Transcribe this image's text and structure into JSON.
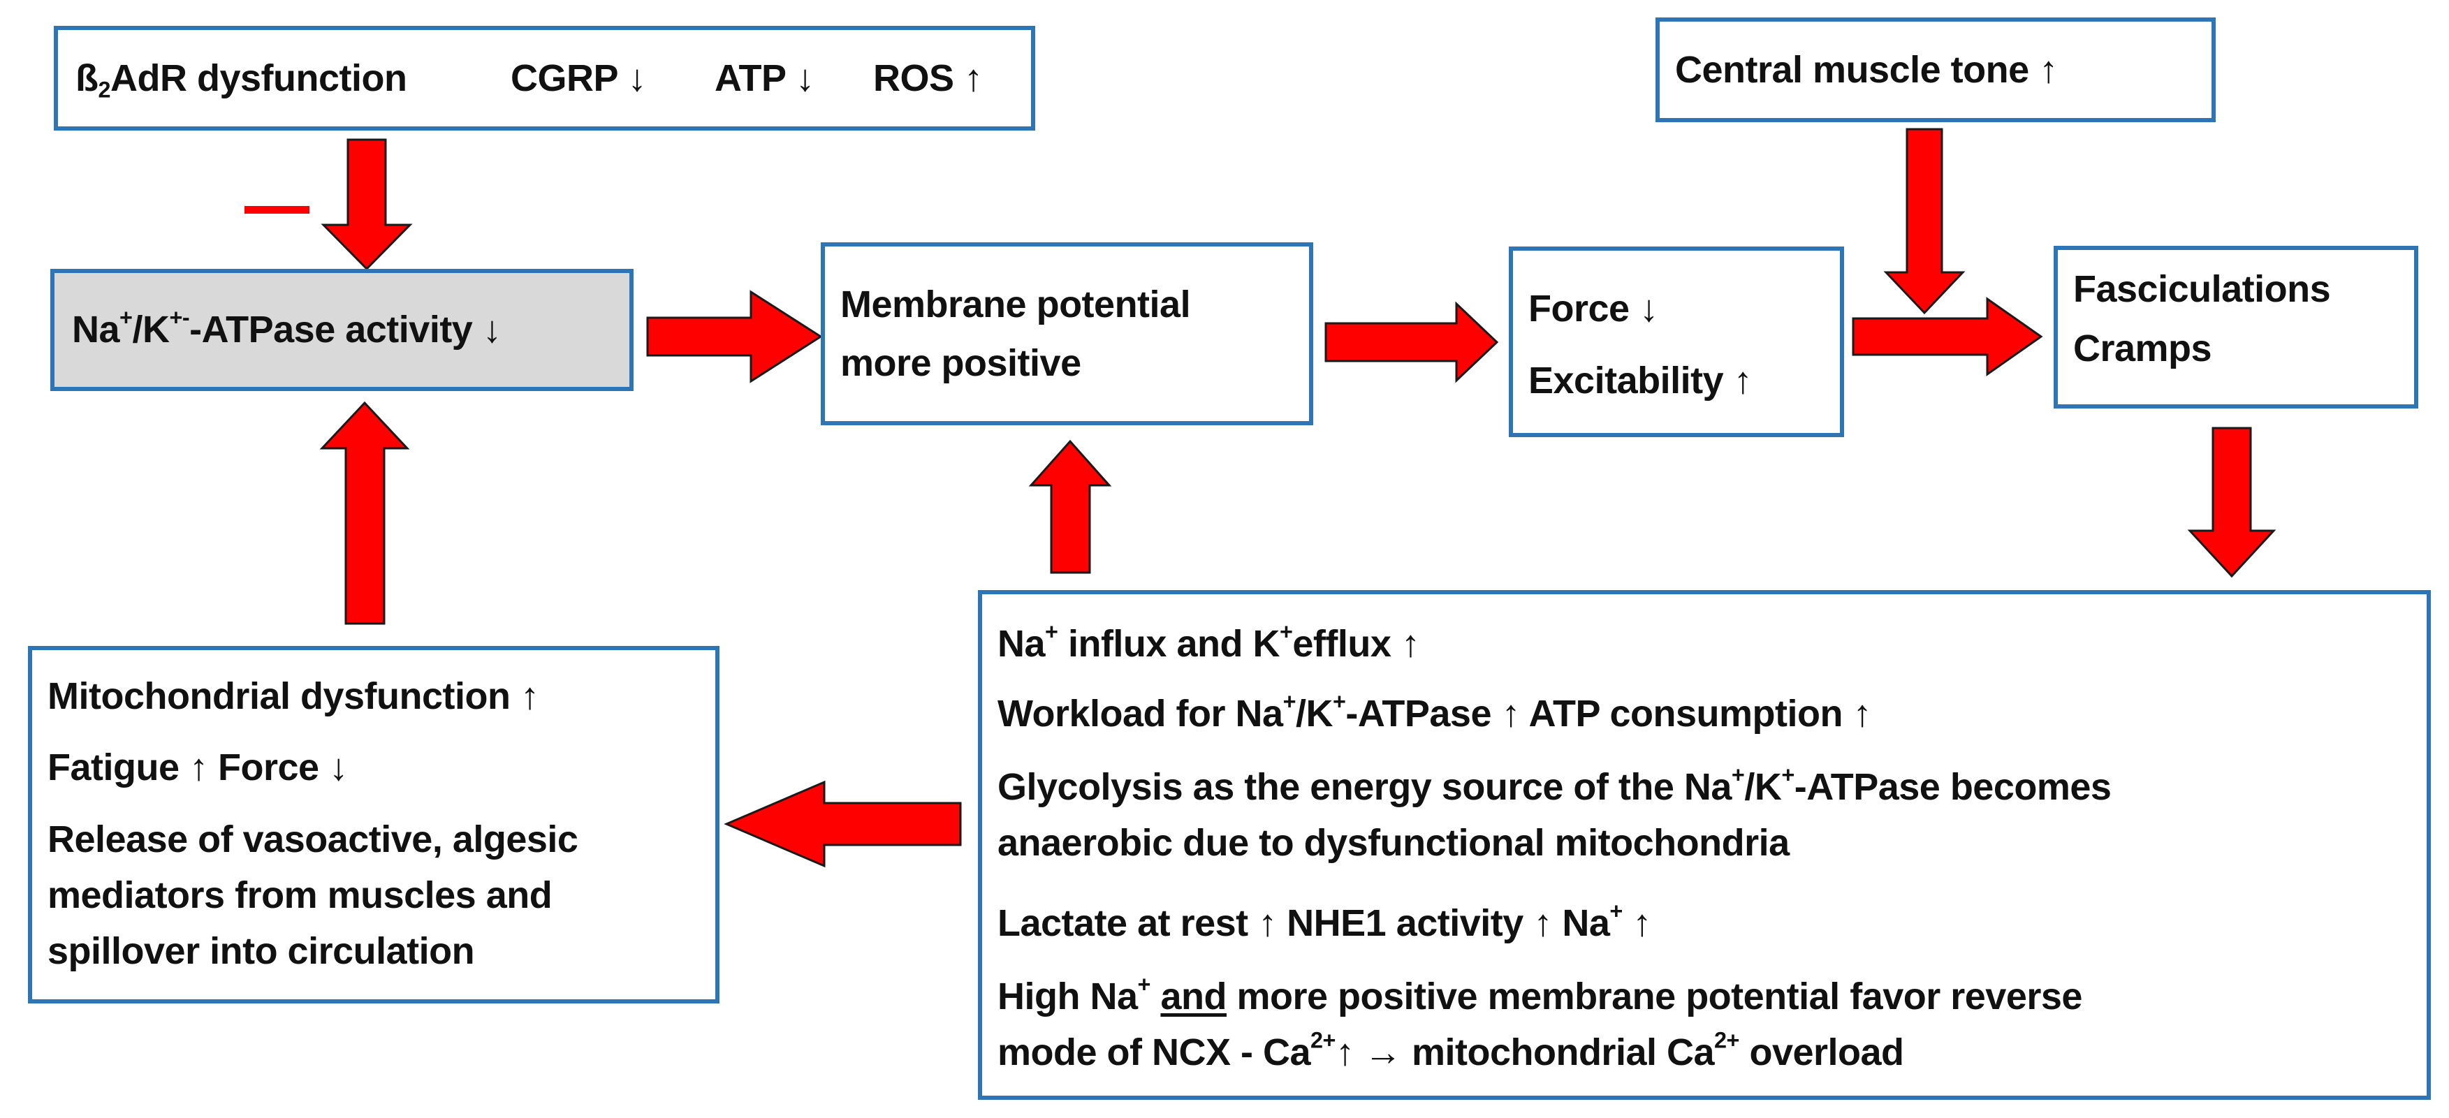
{
  "boxes": {
    "top_left": {
      "beta": "ß",
      "sub2": "2",
      "adr": "AdR dysfunction",
      "cgrp": "CGRP ↓",
      "atp": "ATP ↓",
      "ros": "ROS ↑"
    },
    "nak": {
      "na": "Na",
      "na_sup": "+",
      "k": "/K",
      "k_sup": "+-",
      "rest": "-ATPase activity ↓"
    },
    "membrane": {
      "line1": "Membrane potential",
      "line2": "more positive"
    },
    "force": {
      "line1": "Force ↓",
      "line2": "Excitability ↑"
    },
    "central": {
      "line1": "Central muscle tone ↑"
    },
    "fasc": {
      "line1": "Fasciculations",
      "line2": "Cramps"
    },
    "mito": {
      "line1": "Mitochondrial dysfunction ↑",
      "line2": "Fatigue ↑  Force ↓",
      "line3": "Release of vasoactive, algesic",
      "line4": "mediators from muscles and",
      "line5": "spillover into circulation"
    },
    "big": {
      "l1a": "Na",
      "l1b": " influx and K",
      "l1c": "efflux ↑",
      "l2a": "Workload for Na",
      "l2b": "/K",
      "l2c": "-ATPase ↑  ATP consumption ↑",
      "l3a": "Glycolysis as the energy source of the Na",
      "l3b": "/K",
      "l3c": "-ATPase becomes",
      "l4": "anaerobic due to dysfunctional mitochondria",
      "l5a": "Lactate at rest ↑ NHE1 activity ↑ Na",
      "l5b": " ↑",
      "l6a": "High Na",
      "l6b": "and",
      "l6c": " more positive membrane potential favor reverse",
      "l7a": "mode of NCX - Ca",
      "l7b": "↑  → mitochondrial Ca",
      "l7c": " overload",
      "plus": "+",
      "ca_sup": "2+"
    }
  },
  "colors": {
    "box_border": "#2e75b6",
    "arrow_fill": "#ff0000",
    "arrow_stroke": "#1a1a1a",
    "highlight_box": "#d9d9d9",
    "inhibition_mark": "#ff0000"
  }
}
